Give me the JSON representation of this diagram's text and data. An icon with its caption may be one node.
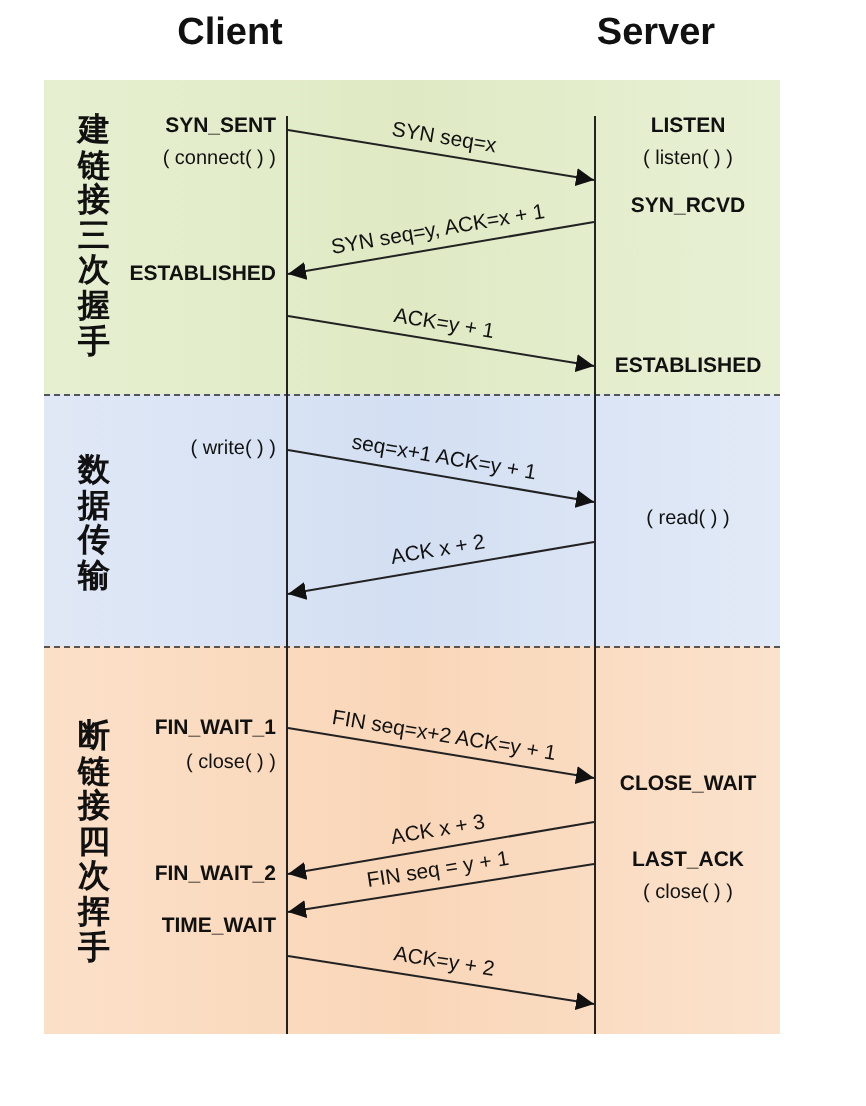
{
  "diagram": {
    "nodes": [
      {
        "text": [],
        "shape": "bar"
      },
      {
        "text": [],
        "shape": "bar"
      }
    ],
    "edges": [
      {
        "from": 0,
        "to": 1,
        "arrow": "to",
        "label": "SYN seq=x"
      },
      {
        "from": 1,
        "to": 0,
        "arrow": "to",
        "label": "SYN seq=y, ACK=x + 1"
      },
      {
        "from": 0,
        "to": 1,
        "arrow": "to",
        "label": "ACK=y + 1"
      },
      {
        "from": 0,
        "to": 1,
        "arrow": "to",
        "label": "seq=x+1 ACK=y + 1"
      },
      {
        "from": 1,
        "to": 0,
        "arrow": "to",
        "label": "ACK x + 2"
      },
      {
        "from": 0,
        "to": 1,
        "arrow": "to",
        "label": "FIN seq=x+2 ACK=y + 1"
      },
      {
        "from": 1,
        "to": 0,
        "arrow": "to",
        "label": "ACK x + 3"
      },
      {
        "from": 1,
        "to": 0,
        "arrow": "to",
        "label": "FIN seq = y + 1"
      },
      {
        "from": 0,
        "to": 1,
        "arrow": "to",
        "label": "ACK=y + 2"
      }
    ],
    "labels": [
      "Client",
      "Server",
      "建链接三次握手",
      "SYN_SENT",
      "LISTEN",
      "( connect( ) )",
      "( listen( ) )",
      "SYN_RCVD",
      "ESTABLISHED",
      "ESTABLISHED",
      "数据传输",
      "( write( ) )",
      "( read( ) )",
      "断链接四次挥手",
      "FIN_WAIT_1",
      "( close( ) )",
      "CLOSE_WAIT",
      "LAST_ACK",
      "FIN_WAIT_2",
      "( close( ) )",
      "TIME_WAIT"
    ]
  }
}
